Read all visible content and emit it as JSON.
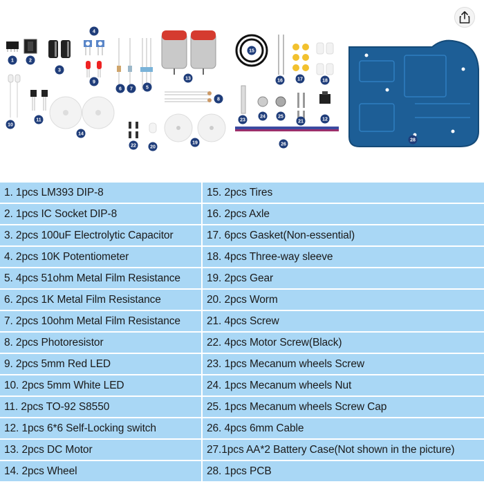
{
  "photo": {
    "callouts": [
      "1",
      "2",
      "3",
      "4",
      "5",
      "6",
      "7",
      "8",
      "9",
      "10",
      "11",
      "12",
      "13",
      "14",
      "15",
      "16",
      "17",
      "18",
      "19",
      "20",
      "21",
      "22",
      "23",
      "24",
      "25",
      "26",
      "28"
    ]
  },
  "share": {
    "icon": "share-icon"
  },
  "parts": {
    "left": [
      "1. 1pcs LM393 DIP-8",
      "2. 1pcs IC Socket DIP-8",
      "3. 2pcs 100uF Electrolytic Capacitor",
      "4. 2pcs 10K Potentiometer",
      "5. 4pcs 51ohm Metal Film Resistance",
      "6. 2pcs 1K Metal Film Resistance",
      "7. 2pcs 10ohm Metal Film Resistance",
      "8. 2pcs Photoresistor",
      "9. 2pcs 5mm Red LED",
      "10. 2pcs 5mm White LED",
      "11. 2pcs TO-92 S8550",
      "12. 1pcs 6*6 Self-Locking switch",
      "13. 2pcs DC Motor",
      "14. 2pcs Wheel"
    ],
    "right": [
      "15. 2pcs Tires",
      "16. 2pcs Axle",
      "17. 6pcs Gasket(Non-essential)",
      "18. 4pcs Three-way sleeve",
      "19. 2pcs Gear",
      "20. 2pcs Worm",
      "21. 4pcs Screw",
      "22. 4pcs Motor Screw(Black)",
      "23. 1pcs Mecanum wheels Screw",
      "24. 1pcs Mecanum wheels Nut",
      "25. 1pcs Mecanum wheels Screw Cap",
      "26. 4pcs 6mm Cable",
      "27.1pcs AA*2 Battery Case(Not shown in the picture)",
      "28. 1pcs PCB"
    ]
  }
}
